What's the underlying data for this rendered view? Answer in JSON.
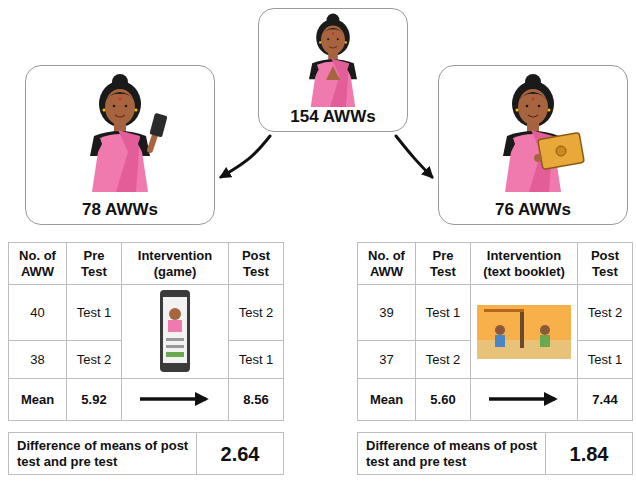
{
  "diagram": {
    "nodes": [
      {
        "text": [
          "154 AWWs"
        ]
      },
      {
        "text": [
          "78 AWWs"
        ]
      },
      {
        "text": [
          "76 AWWs"
        ]
      }
    ],
    "edges": [
      {
        "from": 0,
        "to": 1,
        "arrow": "to"
      },
      {
        "from": 0,
        "to": 2,
        "arrow": "to"
      }
    ],
    "labels": [
      "No. of AWW",
      "Pre Test",
      "Intervention (game)",
      "Post Test",
      "40",
      "Test 1",
      "Test 2",
      "38",
      "Test 2",
      "Test 1",
      "Mean",
      "5.92",
      "8.56",
      "Difference of means of post test and pre test",
      "2.64",
      "No. of AWW",
      "Pre Test",
      "Intervention (text booklet)",
      "Post Test",
      "39",
      "Test 1",
      "Test 2",
      "37",
      "Test 2",
      "Test 1",
      "Mean",
      "5.60",
      "7.44",
      "Difference of means of post test and pre test",
      "1.84"
    ]
  }
}
